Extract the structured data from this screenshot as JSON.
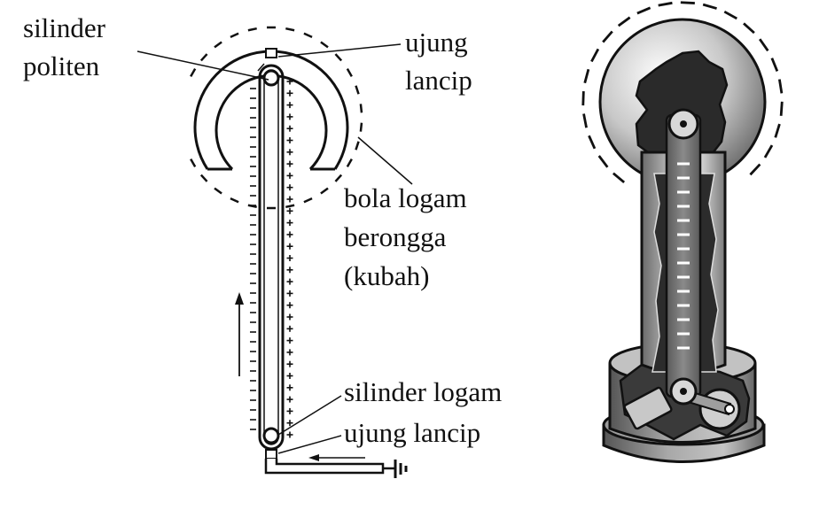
{
  "labels": {
    "silinder_politen_1": "silinder",
    "silinder_politen_2": "politen",
    "ujung_lancip_top_1": "ujung",
    "ujung_lancip_top_2": "lancip",
    "bola_1": "bola logam",
    "bola_2": "berongga",
    "bola_3": "(kubah)",
    "silinder_logam": "silinder logam",
    "ujung_lancip_bottom": "ujung lancip"
  },
  "charges": {
    "negative_symbol": "−",
    "positive_symbol": "+"
  },
  "colors": {
    "ink": "#111111",
    "dome_light": "#f2f2f2",
    "dome_dark": "#6a6a6a",
    "metal_mid": "#9a9a9a"
  }
}
